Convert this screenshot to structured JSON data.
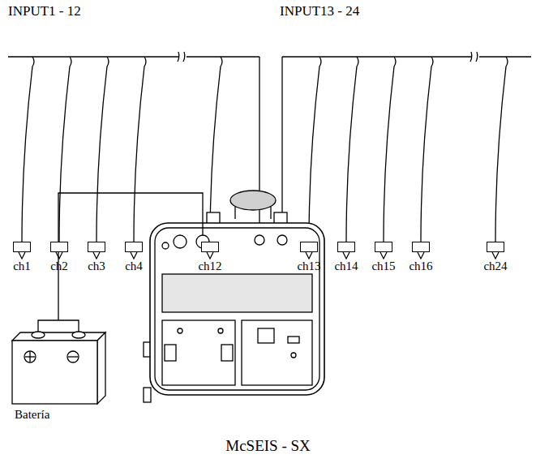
{
  "diagram": {
    "caption": "McSEIS - SX",
    "nodes": [
      {
        "text": [
          "ch1"
        ]
      },
      {
        "text": [
          "ch2"
        ]
      },
      {
        "text": [
          "ch3"
        ]
      },
      {
        "text": [
          "ch4"
        ]
      },
      {
        "text": [
          "ch12"
        ]
      },
      {
        "text": [
          "ch13"
        ]
      },
      {
        "text": [
          "ch14"
        ]
      },
      {
        "text": [
          "ch15"
        ]
      },
      {
        "text": [
          "ch16"
        ]
      },
      {
        "text": [
          "ch24"
        ]
      },
      {
        "text": [
          "Batería"
        ]
      }
    ],
    "labels": [
      "INPUT1 - 12",
      "INPUT13 - 24"
    ]
  }
}
